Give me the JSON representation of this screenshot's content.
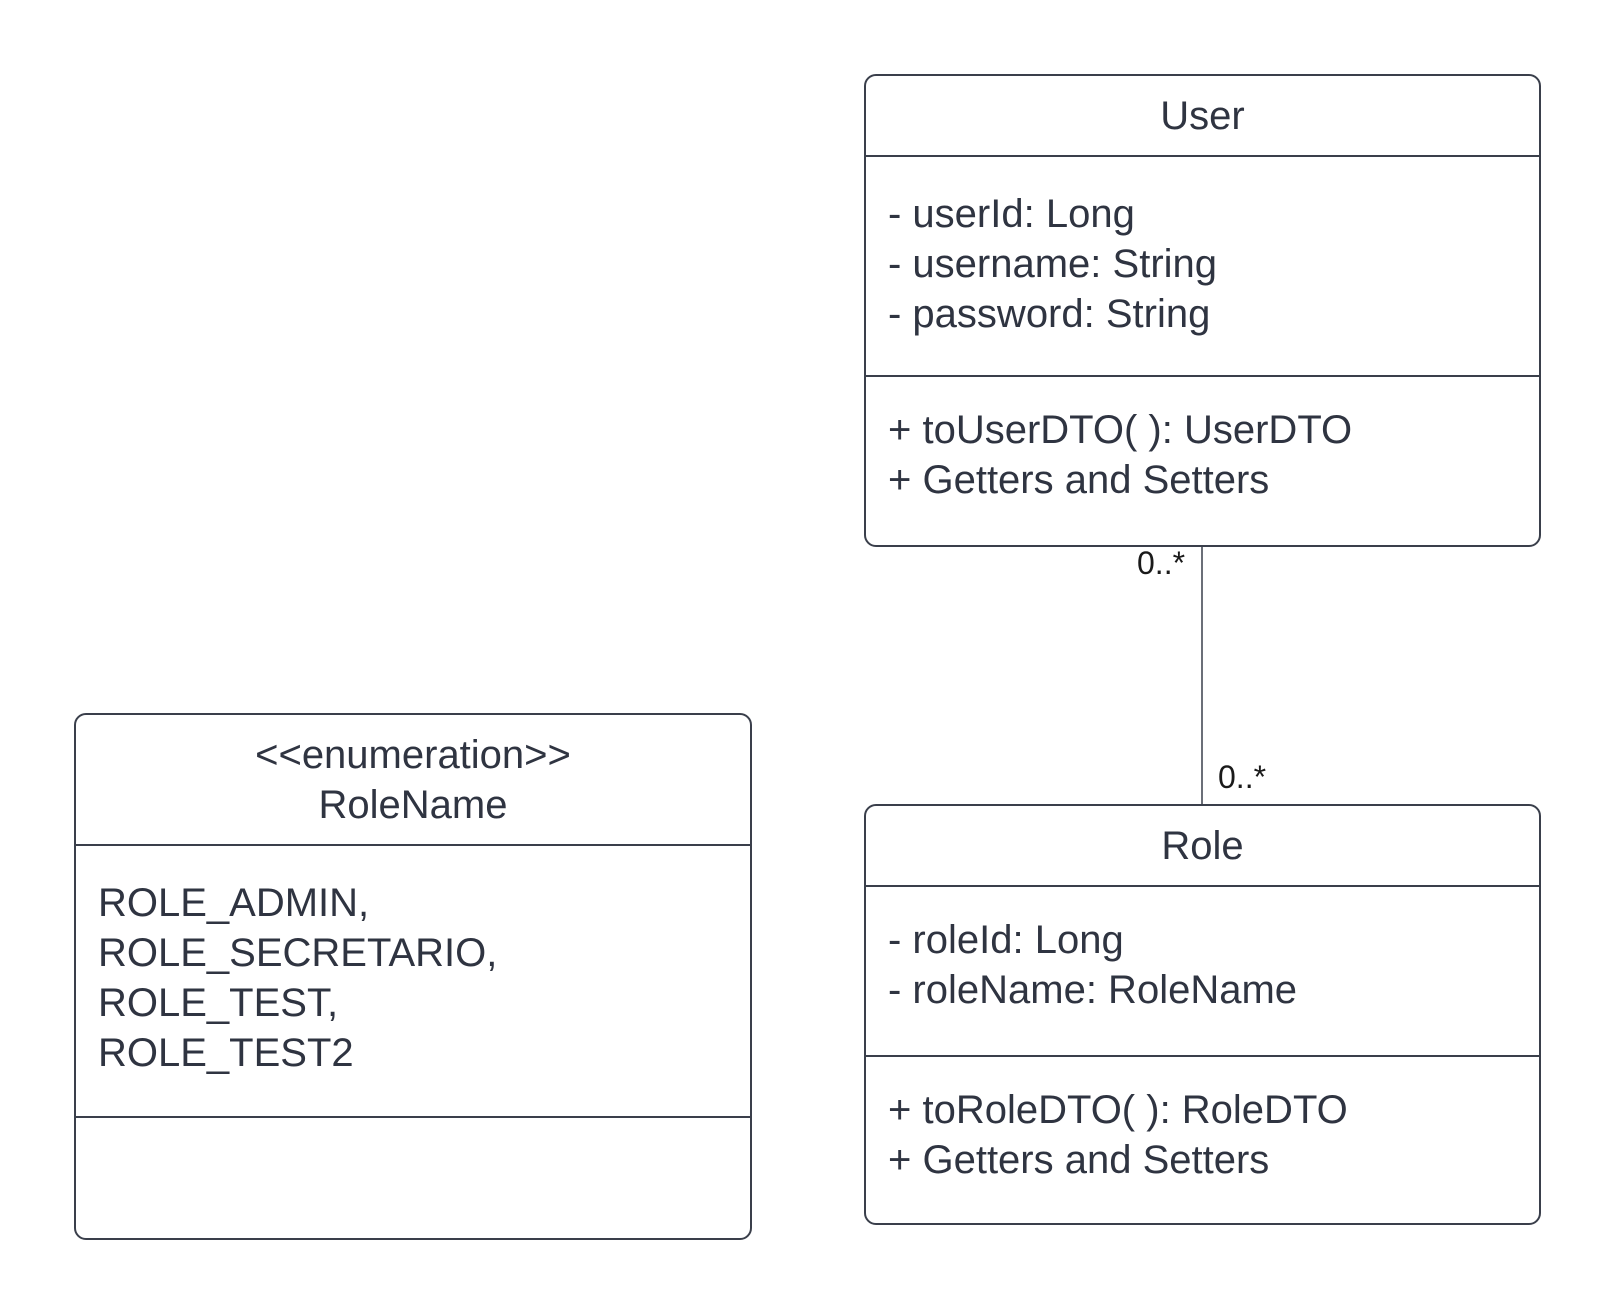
{
  "classes": {
    "user": {
      "name": "User",
      "attributes": [
        "- userId: Long",
        "- username: String",
        "- password: String"
      ],
      "operations": [
        "+ toUserDTO( ): UserDTO",
        "+ Getters and Setters"
      ]
    },
    "role": {
      "name": "Role",
      "attributes": [
        "- roleId: Long",
        "- roleName: RoleName"
      ],
      "operations": [
        "+ toRoleDTO( ): RoleDTO",
        "+ Getters and Setters"
      ]
    },
    "role_name": {
      "stereotype": "<<enumeration>>",
      "name": "RoleName",
      "literals": [
        "ROLE_ADMIN,",
        "ROLE_SECRETARIO,",
        "ROLE_TEST,",
        "ROLE_TEST2"
      ],
      "operations": []
    }
  },
  "association": {
    "from": "User",
    "to": "Role",
    "from_multiplicity": "0..*",
    "to_multiplicity": "0..*"
  },
  "colors": {
    "border": "#3a3f4b",
    "text": "#2f3441",
    "line": "#6b6f78"
  }
}
